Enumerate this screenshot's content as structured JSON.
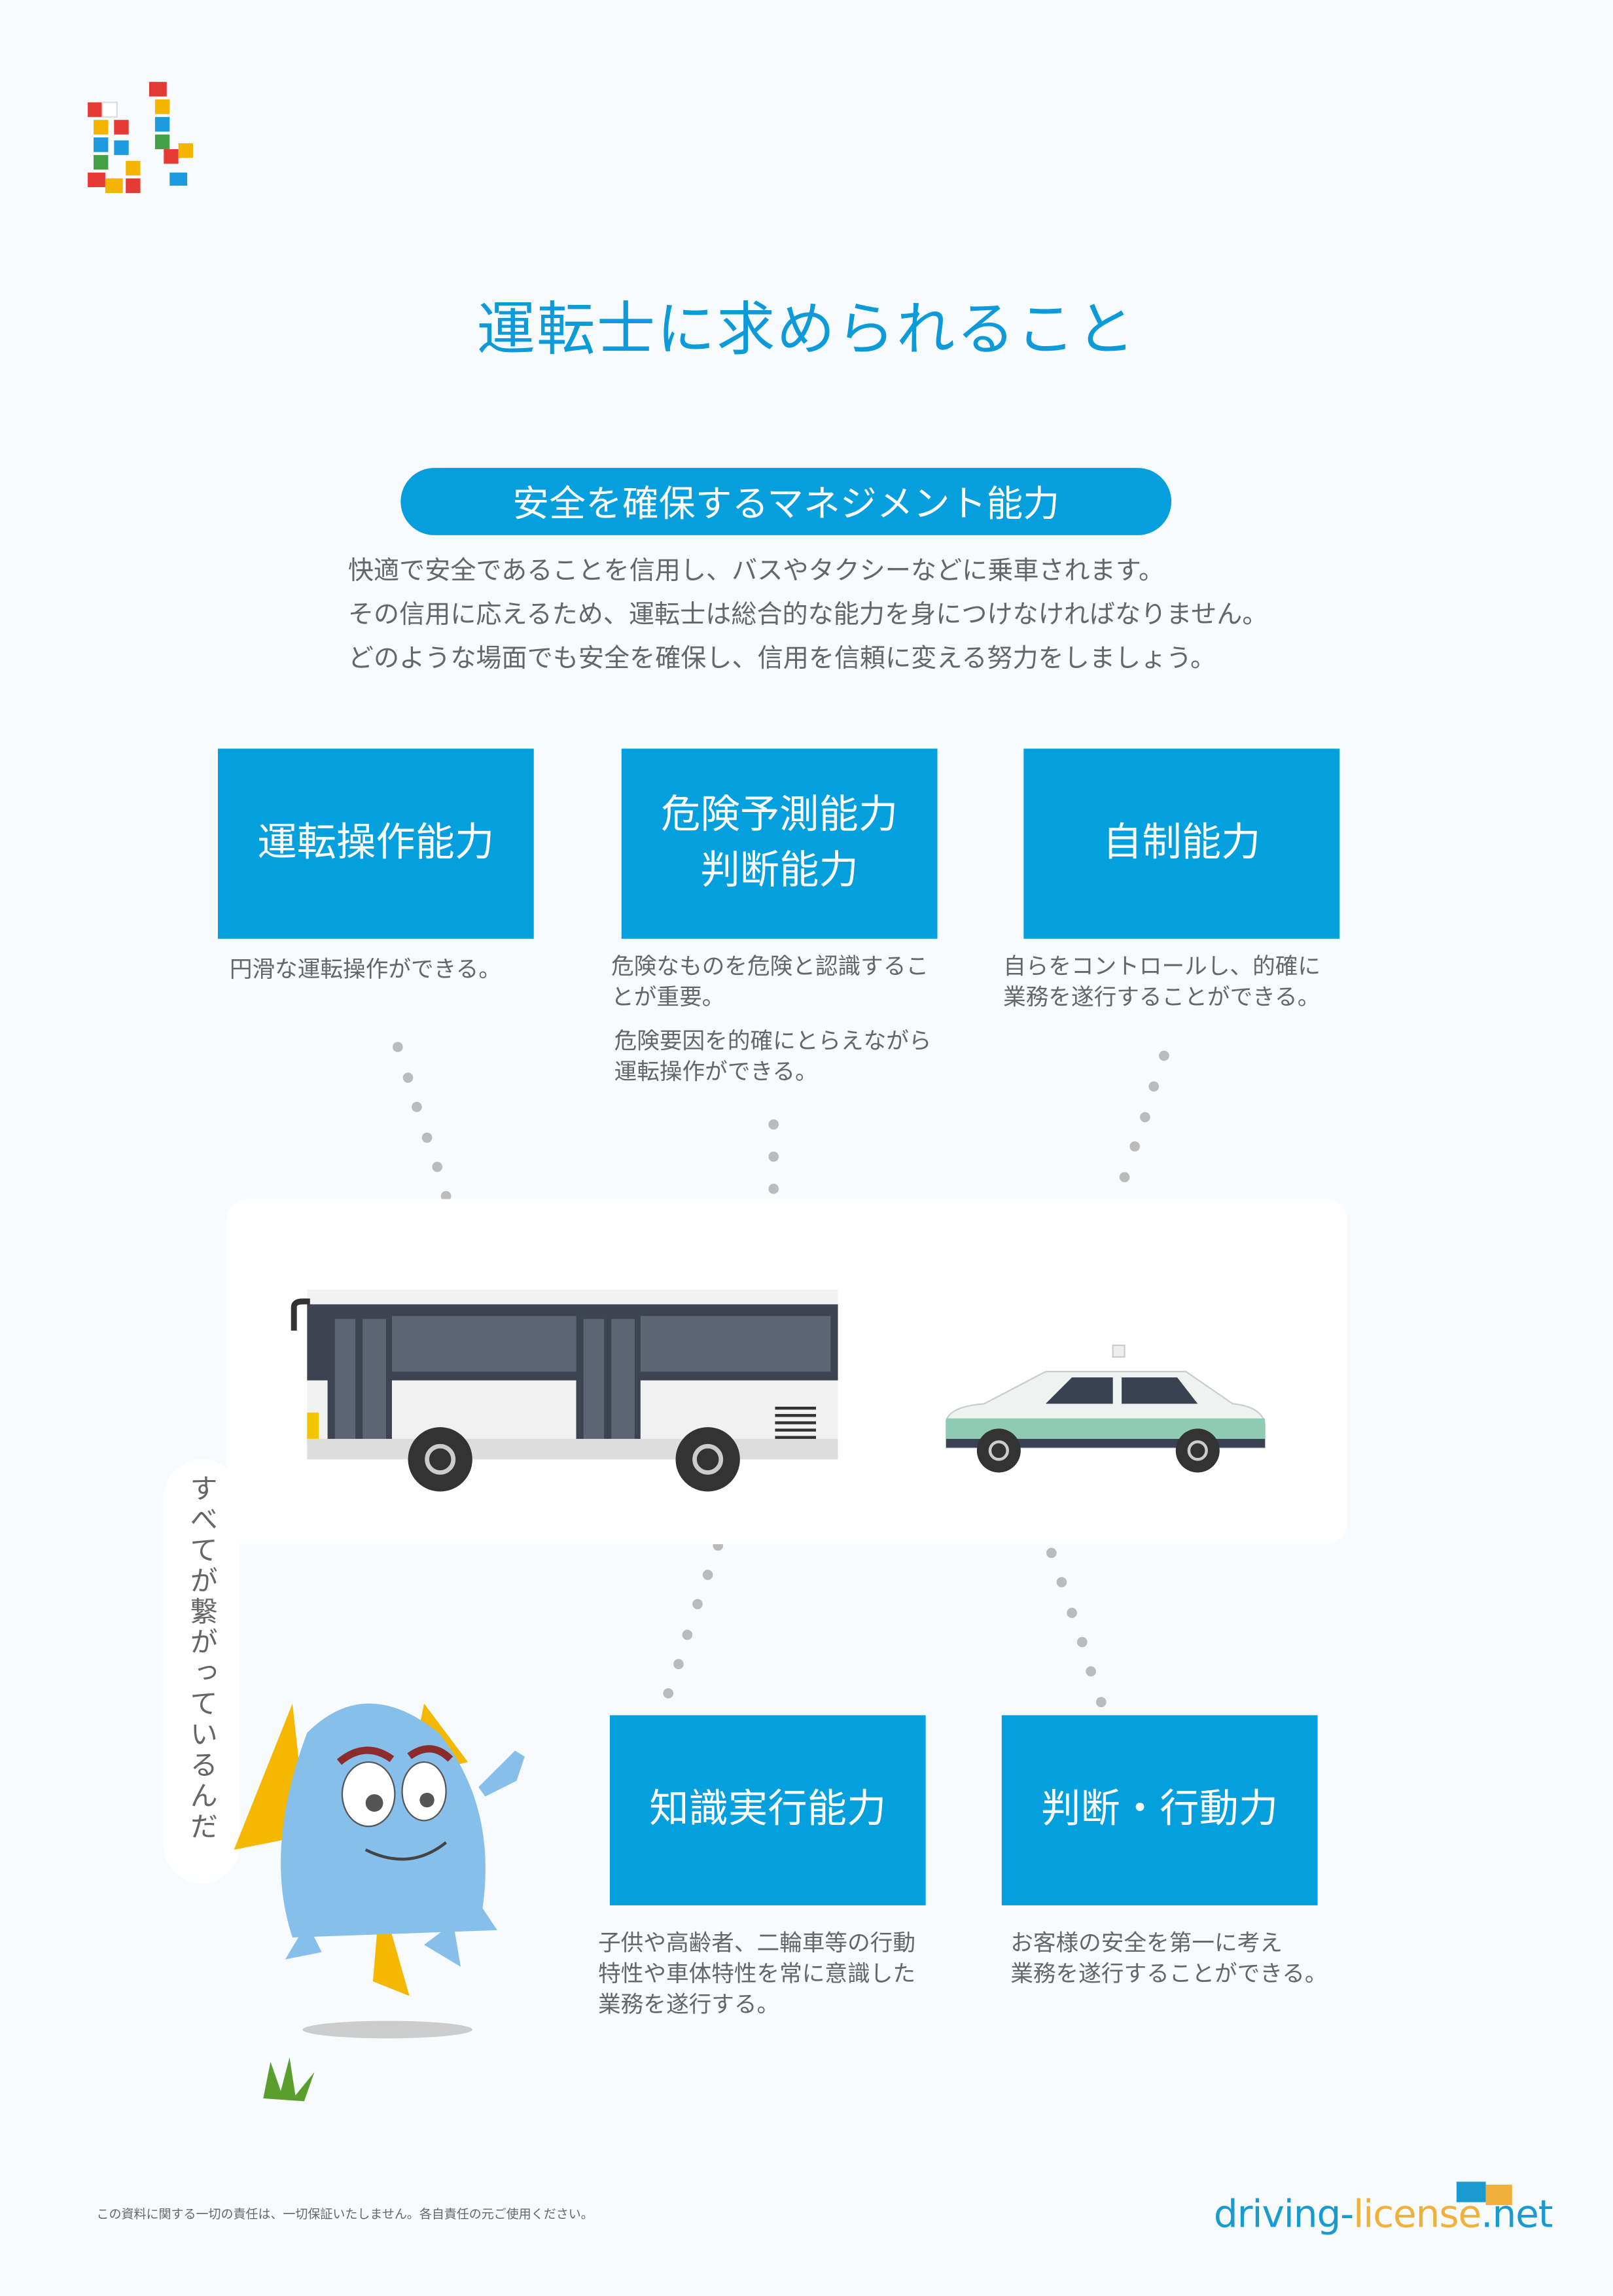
{
  "title": "運転士に求められること",
  "section_label": "安全を確保するマネジメント能力",
  "intro": [
    "快適で安全であることを信用し、バスやタクシーなどに乗車されます。",
    "その信用に応えるため、運転士は総合的な能力を身につけなければなりません。",
    "どのような場面でも安全を確保し、信用を信頼に変える努力をしましょう。"
  ],
  "abilities": [
    {
      "title": [
        "運転操作能力"
      ],
      "desc": [
        [
          "円滑な運転操作ができる。"
        ]
      ]
    },
    {
      "title": [
        "危険予測能力",
        "判断能力"
      ],
      "desc": [
        [
          "危険なものを危険と認識するこ",
          "とが重要。"
        ],
        [
          "危険要因を的確にとらえながら",
          "運転操作ができる。"
        ]
      ]
    },
    {
      "title": [
        "自制能力"
      ],
      "desc": [
        [
          "自らをコントロールし、的確に",
          "業務を遂行することができる。"
        ]
      ]
    },
    {
      "title": [
        "知識実行能力"
      ],
      "desc": [
        [
          "子供や高齢者、二輪車等の行動",
          "特性や車体特性を常に意識した",
          "業務を遂行する。"
        ]
      ]
    },
    {
      "title": [
        "判断・行動力"
      ],
      "desc": [
        [
          "お客様の安全を第一に考え",
          "業務を遂行することができる。"
        ]
      ]
    }
  ],
  "speech": "すべてが繋がっているんだ",
  "footer": "この資料に関する一切の責任は、一切保証いたしません。各自責任の元ご使用ください。",
  "brand": {
    "part1": "driving-",
    "part2": "license",
    "part3": ".net"
  },
  "colors": {
    "accent": "#049fdd",
    "text": "#666666",
    "brand_yellow": "#f0b03a"
  }
}
